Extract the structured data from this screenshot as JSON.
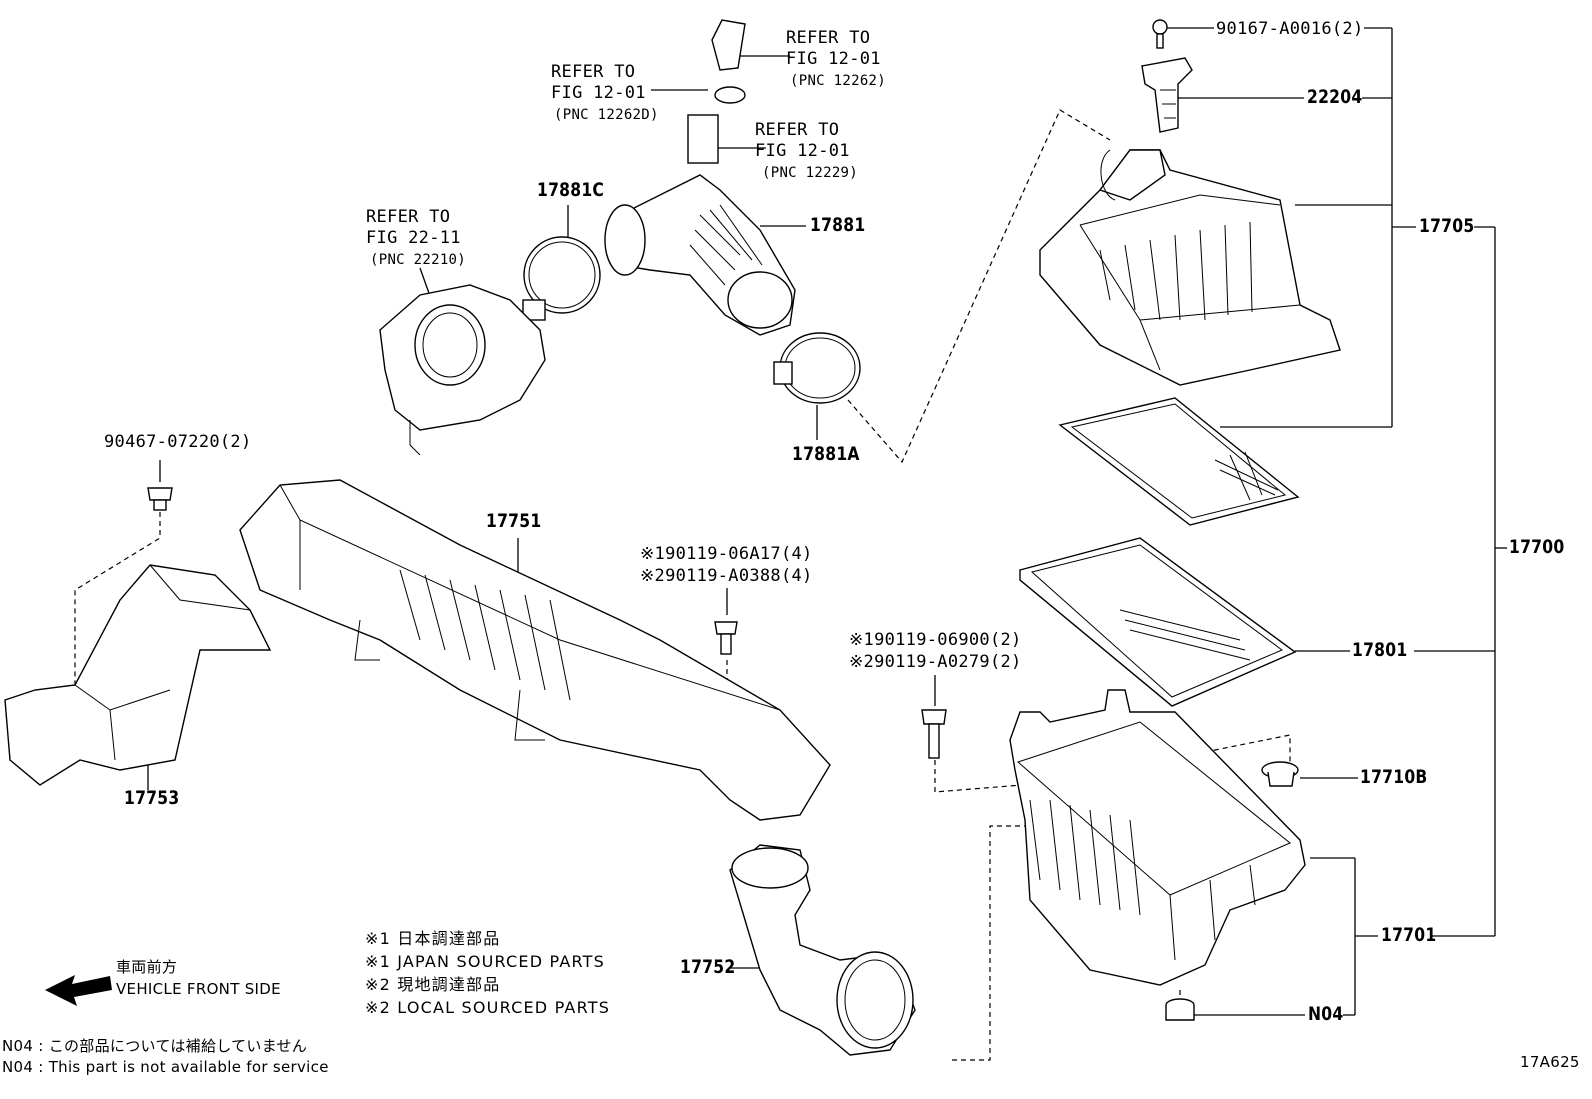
{
  "diagram": {
    "id": "17A625",
    "refs": {
      "ref_12262": {
        "line1": "REFER TO",
        "line2": "FIG 12-01",
        "line3": "(PNC 12262)"
      },
      "ref_12262d": {
        "line1": "REFER TO",
        "line2": "FIG 12-01",
        "line3": "(PNC 12262D)"
      },
      "ref_12229": {
        "line1": "REFER TO",
        "line2": "FIG 12-01",
        "line3": "(PNC 12229)"
      },
      "ref_22210": {
        "line1": "REFER TO",
        "line2": "FIG 22-11",
        "line3": "(PNC 22210)"
      }
    },
    "parts": {
      "p90167": "90167-A0016(2)",
      "p22204": "22204",
      "p17705": "17705",
      "p17700": "17700",
      "p17881c": "17881C",
      "p17881": "17881",
      "p17881a": "17881A",
      "p90467": "90467-07220(2)",
      "p17751": "17751",
      "p90119a1": "※190119-06A17(4)",
      "p90119a2": "※290119-A0388(4)",
      "p90119b1": "※190119-06900(2)",
      "p90119b2": "※290119-A0279(2)",
      "p17801": "17801",
      "p17753": "17753",
      "p17710b": "17710B",
      "p17701": "17701",
      "p17752": "17752",
      "pN04": "N04"
    },
    "legend": {
      "l1": "※1 日本調達部品",
      "l2": "※1 JAPAN SOURCED PARTS",
      "l3": "※2 現地調達部品",
      "l4": "※2 LOCAL SOURCED PARTS"
    },
    "front": {
      "jp": "車両前方",
      "en": "VEHICLE FRONT SIDE"
    },
    "footnotes": {
      "jp": "N04 : この部品については補給していません",
      "en": "N04 : This part is not available for service"
    }
  }
}
